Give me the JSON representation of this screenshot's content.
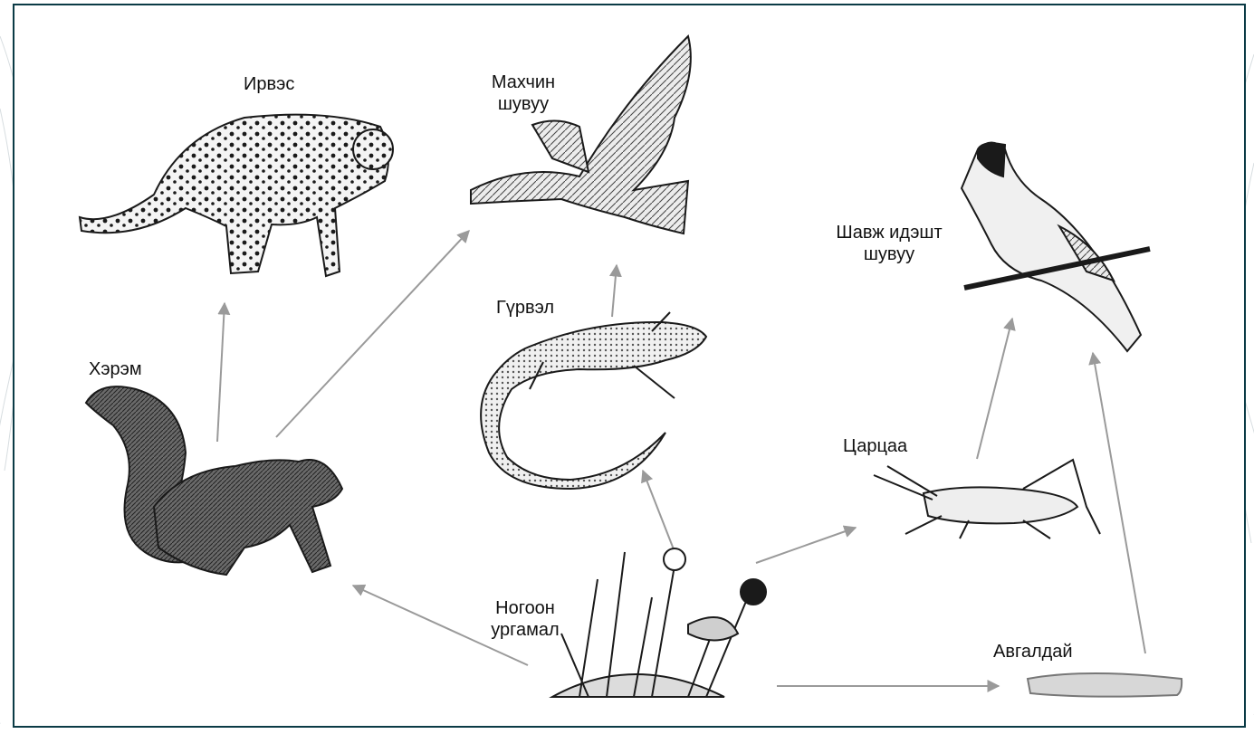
{
  "diagram": {
    "colors": {
      "frame": "#0b3b46",
      "arrow": "#9a9a9a",
      "ink": "#1a1a1a",
      "deco": "#d7dde0"
    },
    "nodes": {
      "leopard": {
        "label": "Ирвэс",
        "icon": "leopard-icon"
      },
      "bird_of_prey": {
        "label_line1": "Махчин",
        "label_line2": "шувуу",
        "icon": "hawk-icon"
      },
      "insect_bird": {
        "label_line1": "Шавж идэшт",
        "label_line2": "шувуу",
        "icon": "songbird-icon"
      },
      "lizard": {
        "label": "Гүрвэл",
        "icon": "lizard-icon"
      },
      "squirrel": {
        "label": "Хэрэм",
        "icon": "squirrel-icon"
      },
      "grasshopper": {
        "label": "Царцаа",
        "icon": "grasshopper-icon"
      },
      "green_plants": {
        "label_line1": "Ногоон",
        "label_line2": "ургамал",
        "icon": "plant-icon"
      },
      "caterpillar": {
        "label": "Авгалдай",
        "icon": "caterpillar-icon"
      }
    },
    "edges": [
      {
        "from": "green_plants",
        "to": "squirrel"
      },
      {
        "from": "green_plants",
        "to": "lizard"
      },
      {
        "from": "green_plants",
        "to": "grasshopper"
      },
      {
        "from": "green_plants",
        "to": "caterpillar"
      },
      {
        "from": "squirrel",
        "to": "leopard"
      },
      {
        "from": "squirrel",
        "to": "bird_of_prey"
      },
      {
        "from": "lizard",
        "to": "bird_of_prey"
      },
      {
        "from": "grasshopper",
        "to": "insect_bird"
      },
      {
        "from": "caterpillar",
        "to": "insect_bird"
      }
    ]
  }
}
